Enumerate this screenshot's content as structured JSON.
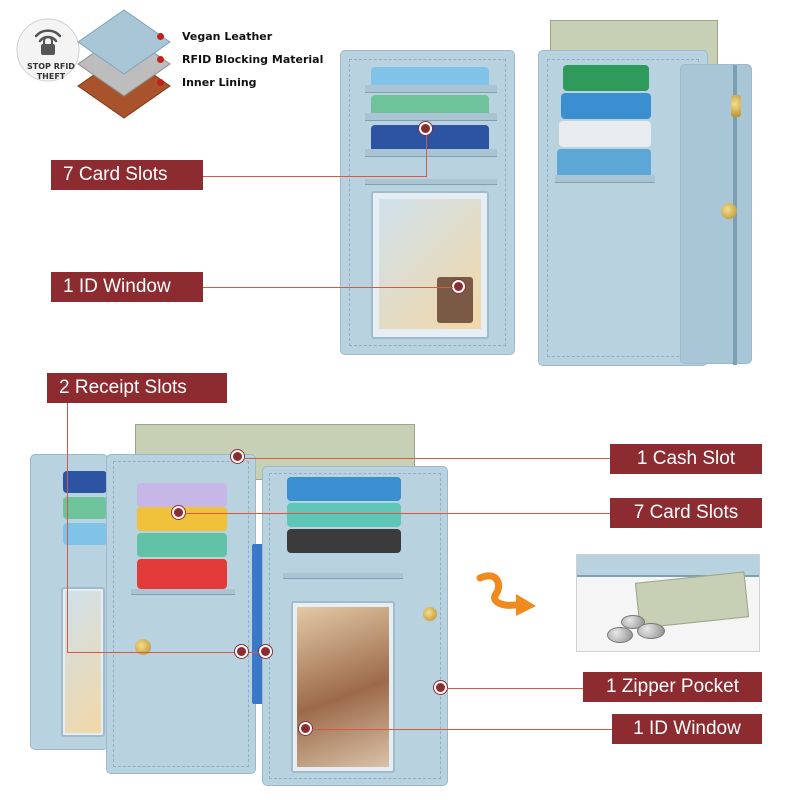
{
  "badge": {
    "icon": "wifi-lock-icon",
    "line1": "STOP RFID",
    "line2": "THEFT"
  },
  "layers": [
    {
      "label": "Vegan Leather",
      "color": "#a9c6d6"
    },
    {
      "label": "RFID Blocking Material",
      "color": "#b8b8b8"
    },
    {
      "label": "Inner Lining",
      "color": "#a8532b"
    }
  ],
  "callouts": {
    "top_card_slots": "7 Card Slots",
    "top_id_window": "1 ID Window",
    "receipt_slots": "2 Receipt Slots",
    "cash_slot": "1 Cash Slot",
    "bottom_card_slots": "7 Card Slots",
    "zipper_pocket": "1 Zipper Pocket",
    "bottom_id_window": "1 ID Window"
  },
  "colors": {
    "tag_bg": "#8c2b30",
    "leader": "#d45a42",
    "wallet": "#b9d2df"
  }
}
